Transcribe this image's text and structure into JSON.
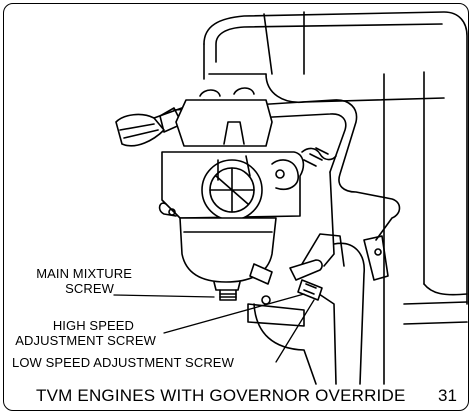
{
  "callouts": {
    "main_mixture": [
      "MAIN MIXTURE",
      "SCREW"
    ],
    "high_speed": [
      "HIGH SPEED",
      "ADJUSTMENT SCREW"
    ],
    "low_speed": "LOW SPEED ADJUSTMENT SCREW"
  },
  "caption": "TVM ENGINES WITH GOVERNOR OVERRIDE",
  "page_number": "31"
}
